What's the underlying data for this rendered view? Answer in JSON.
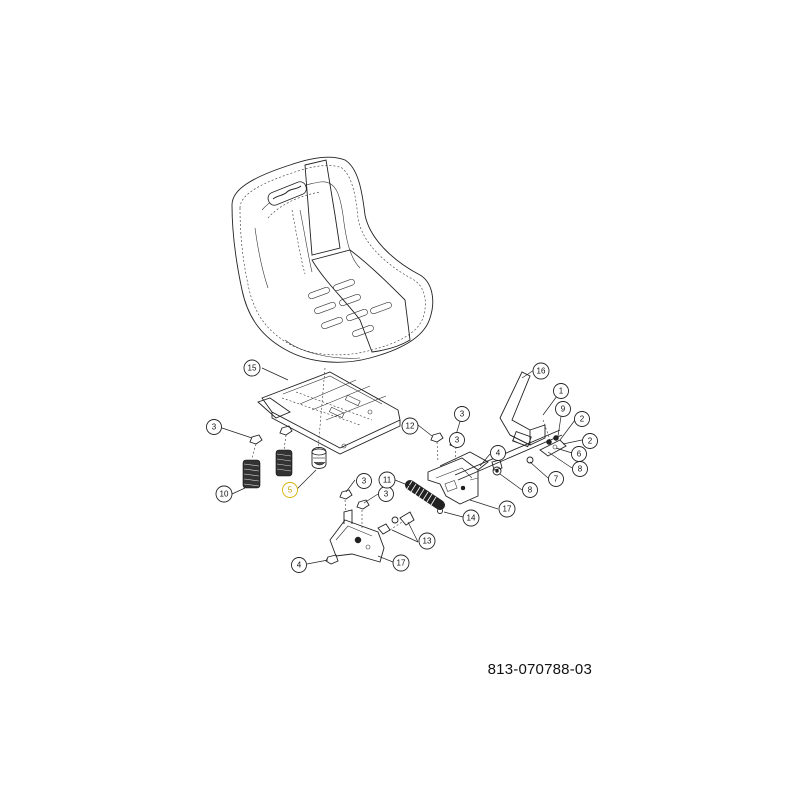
{
  "diagram": {
    "part_number": "813-070788-03",
    "highlighted_callout": "5",
    "highlight_color": "#d9b200",
    "callouts": [
      {
        "id": "c1",
        "label": "1"
      },
      {
        "id": "c2a",
        "label": "2"
      },
      {
        "id": "c2b",
        "label": "2"
      },
      {
        "id": "c3a",
        "label": "3"
      },
      {
        "id": "c3b",
        "label": "3"
      },
      {
        "id": "c3c",
        "label": "3"
      },
      {
        "id": "c3d",
        "label": "3"
      },
      {
        "id": "c3e",
        "label": "3"
      },
      {
        "id": "c4a",
        "label": "4"
      },
      {
        "id": "c4b",
        "label": "4"
      },
      {
        "id": "c5",
        "label": "5"
      },
      {
        "id": "c6",
        "label": "6"
      },
      {
        "id": "c7",
        "label": "7"
      },
      {
        "id": "c8a",
        "label": "8"
      },
      {
        "id": "c8b",
        "label": "8"
      },
      {
        "id": "c9",
        "label": "9"
      },
      {
        "id": "c10",
        "label": "10"
      },
      {
        "id": "c11",
        "label": "11"
      },
      {
        "id": "c12",
        "label": "12"
      },
      {
        "id": "c13",
        "label": "13"
      },
      {
        "id": "c14",
        "label": "14"
      },
      {
        "id": "c15",
        "label": "15"
      },
      {
        "id": "c16",
        "label": "16"
      },
      {
        "id": "c17a",
        "label": "17"
      },
      {
        "id": "c17b",
        "label": "17"
      }
    ]
  }
}
